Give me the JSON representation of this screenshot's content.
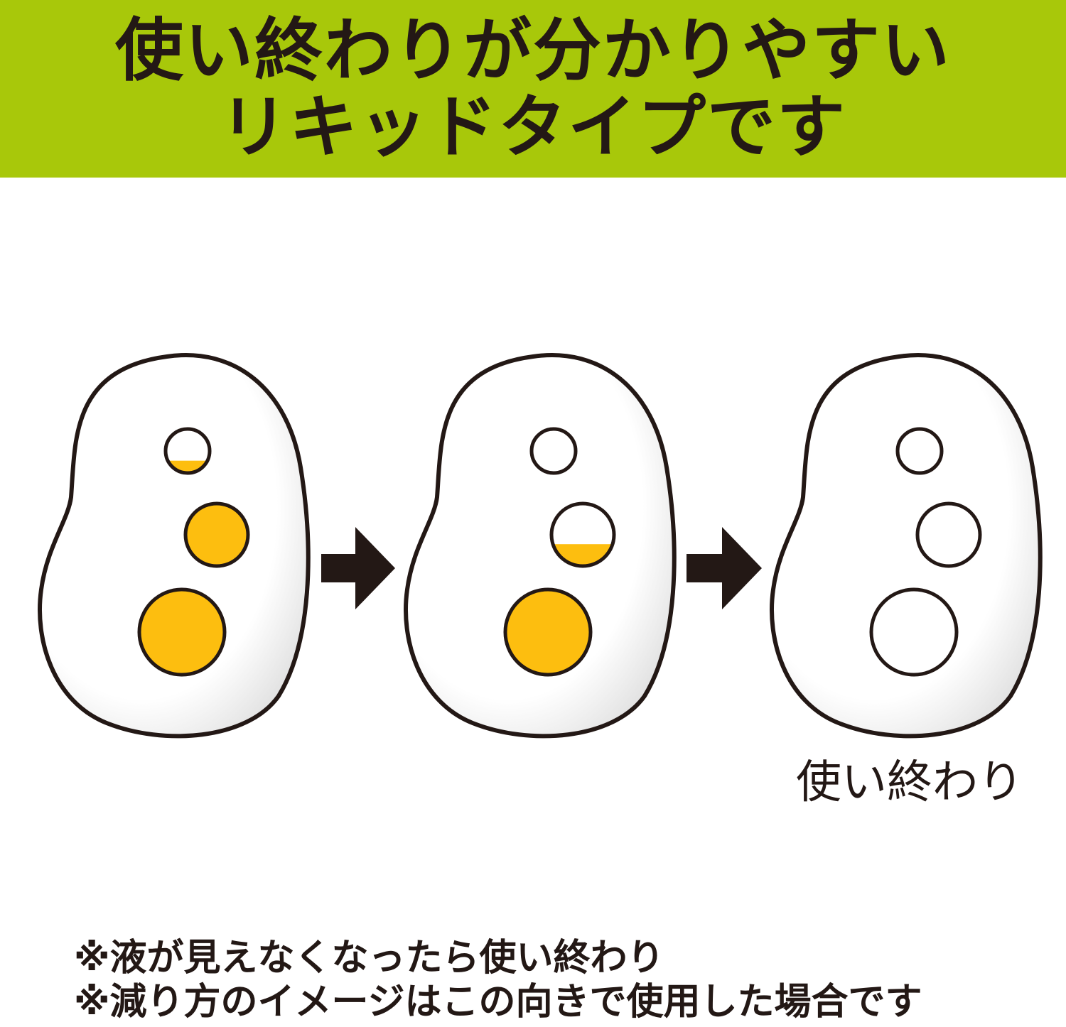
{
  "header": {
    "line1": "使い終わりが分かりやすい",
    "line2": "リキッドタイプです"
  },
  "colors": {
    "banner": "#a8c80a",
    "liquid": "#fdbe0f",
    "ink": "#231815"
  },
  "stages": [
    {
      "fills": [
        0.28,
        1.0,
        1.0
      ]
    },
    {
      "fills": [
        0.0,
        0.35,
        1.0
      ]
    },
    {
      "fills": [
        0.0,
        0.0,
        0.0
      ]
    }
  ],
  "end_label": "使い終わり",
  "notes": [
    "※液が見えなくなったら使い終わり",
    "※減り方のイメージはこの向きで使用した場合です"
  ]
}
